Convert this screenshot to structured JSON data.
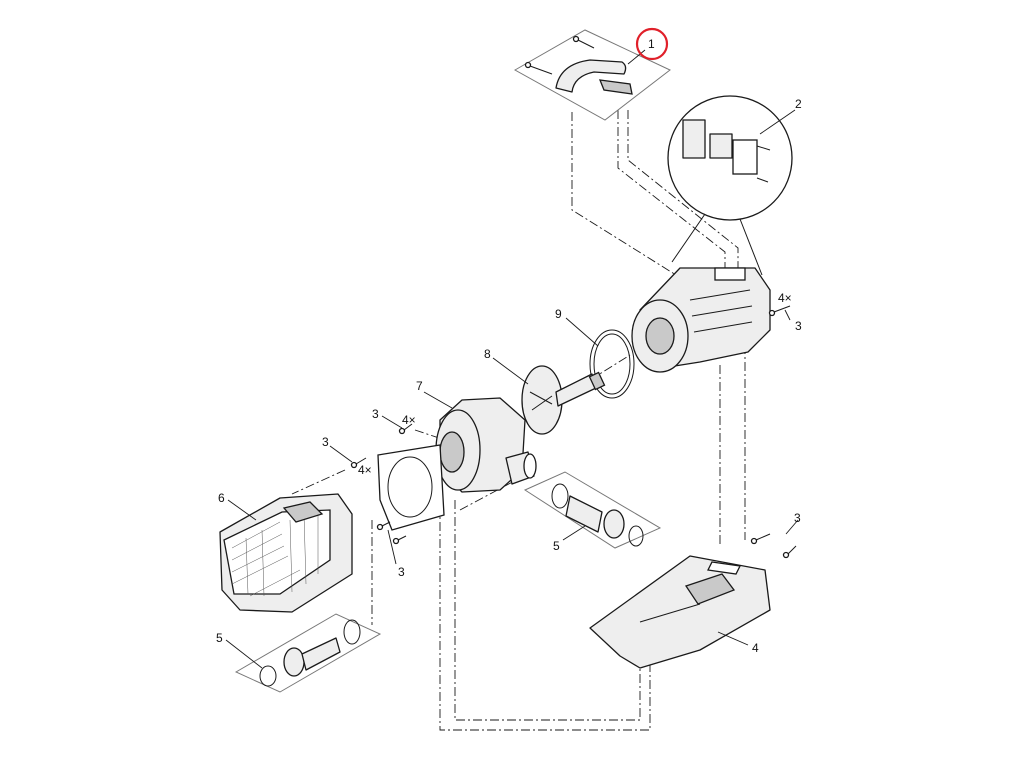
{
  "callouts": [
    {
      "id": "c1",
      "text": "1"
    },
    {
      "id": "c2",
      "text": "2"
    },
    {
      "id": "c3a",
      "text": "3"
    },
    {
      "id": "c4xa",
      "text": "4×"
    },
    {
      "id": "c9",
      "text": "9"
    },
    {
      "id": "c8",
      "text": "8"
    },
    {
      "id": "c7",
      "text": "7"
    },
    {
      "id": "c3b",
      "text": "3"
    },
    {
      "id": "c4xb",
      "text": "4×"
    },
    {
      "id": "c3c",
      "text": "3"
    },
    {
      "id": "c4xc",
      "text": "4×"
    },
    {
      "id": "c6",
      "text": "6"
    },
    {
      "id": "c3d",
      "text": "3"
    },
    {
      "id": "c5a",
      "text": "5"
    },
    {
      "id": "c3e",
      "text": "3"
    },
    {
      "id": "c4",
      "text": "4"
    },
    {
      "id": "c5b",
      "text": "5"
    }
  ],
  "highlight": {
    "callout": "1",
    "color": "#e0202a"
  }
}
